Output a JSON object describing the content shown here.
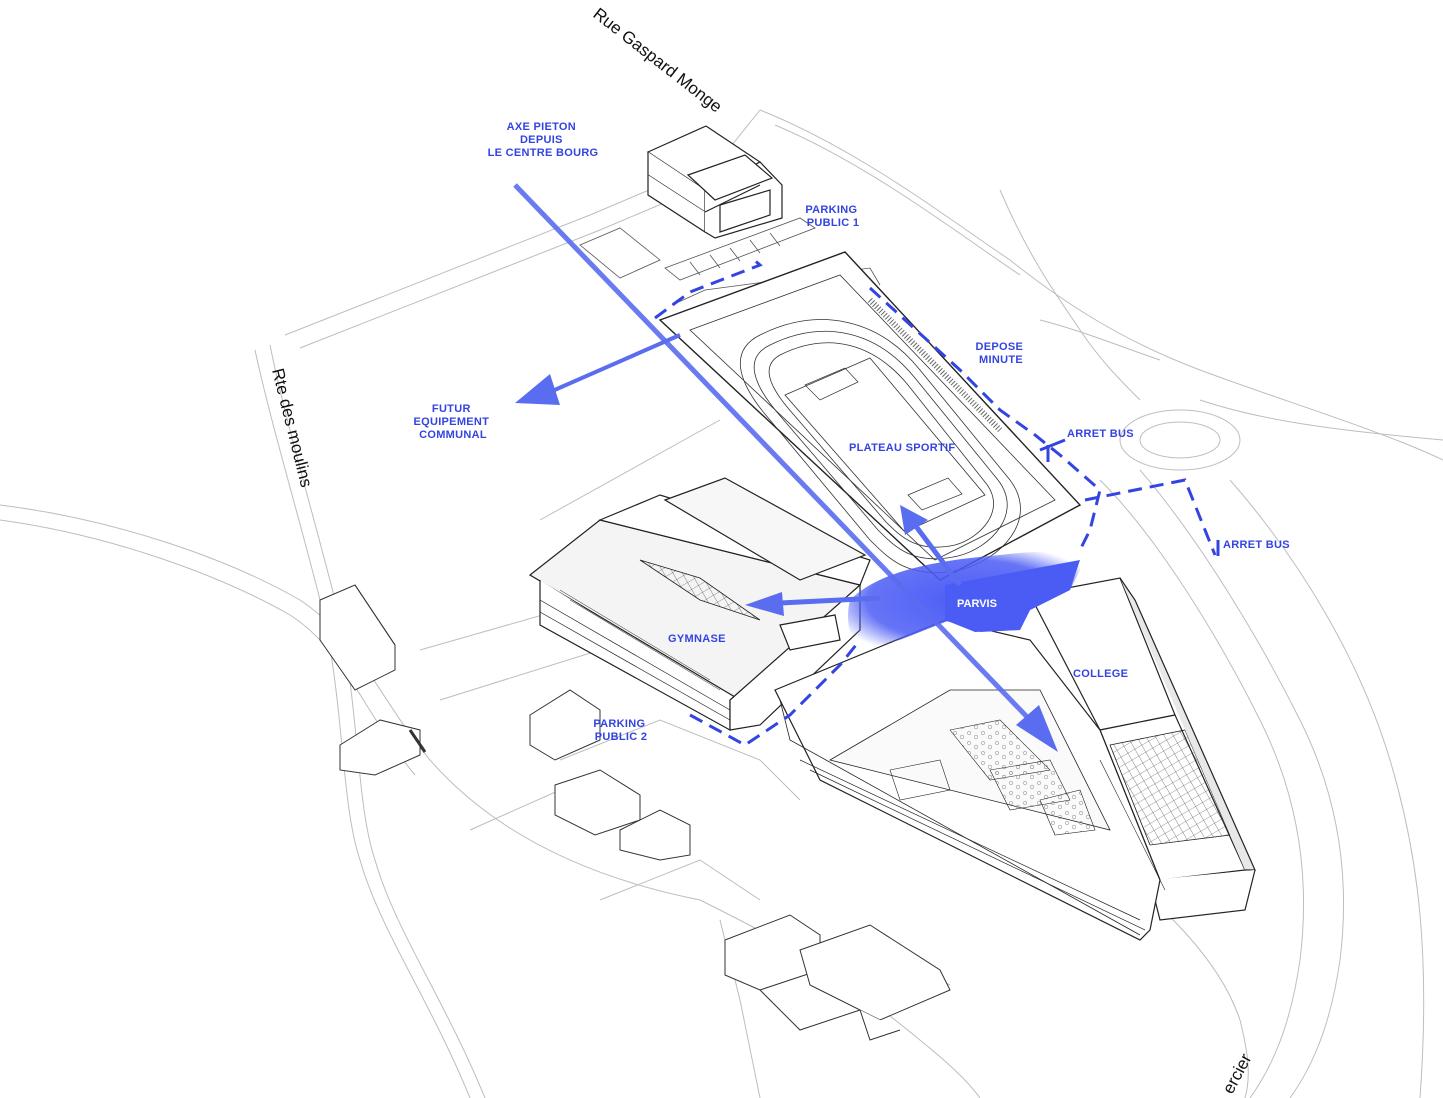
{
  "colors": {
    "accent": "#3344e0",
    "arrow": "#5a6cf0",
    "plaza": "#4b5cf5",
    "linework": "#222222",
    "site_lines": "#bdbdbd"
  },
  "roads": {
    "rue_gaspard_monge": "Rue Gaspard Monge",
    "rte_des_moulins": "Rte des moulins",
    "road_bottom_right": "ercier"
  },
  "labels": {
    "axe_pieton": [
      "AXE PIETON",
      "DEPUIS",
      "LE CENTRE BOURG"
    ],
    "parking_public_1": [
      "PARKING",
      "PUBLIC 1"
    ],
    "depose_minute": [
      "DEPOSE",
      "MINUTE"
    ],
    "futur_equipement": [
      "FUTUR",
      "EQUIPEMENT",
      "COMMUNAL"
    ],
    "arret_bus_1": "ARRET BUS",
    "arret_bus_2": "ARRET BUS",
    "plateau_sportif": "PLATEAU SPORTIF",
    "parvis": "PARVIS",
    "gymnase": "GYMNASE",
    "college": "COLLEGE",
    "parking_public_2": [
      "PARKING",
      "PUBLIC 2"
    ]
  }
}
